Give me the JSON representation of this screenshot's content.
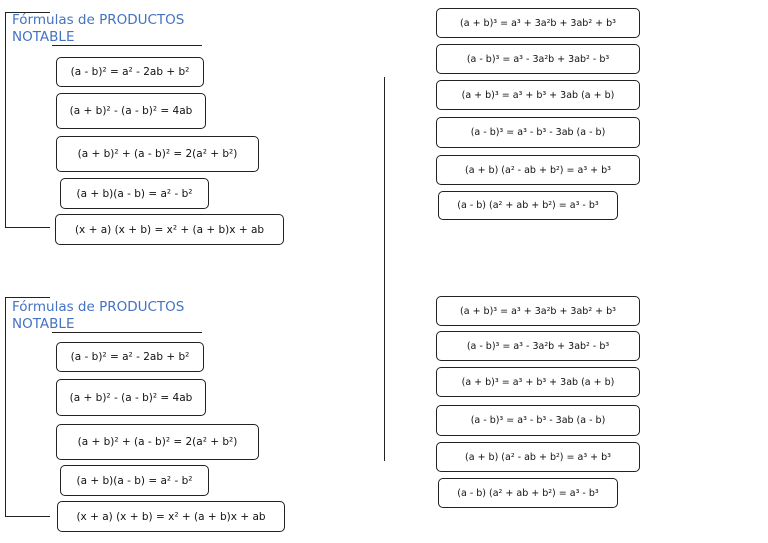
{
  "sheet_top": {
    "title_line1": "Fórmulas de PRODUCTOS",
    "title_line2": "NOTABLE",
    "left": [
      "(a - b)² = a² - 2ab + b²",
      "(a + b)² - (a - b)² = 4ab",
      "(a + b)² + (a - b)² = 2(a² + b²)",
      "(a + b)(a - b) = a² - b²",
      "(x + a) (x + b) = x² + (a + b)x + ab"
    ],
    "right": [
      "(a + b)³ = a³ + 3a²b + 3ab² + b³",
      "(a - b)³ = a³ - 3a²b + 3ab² - b³",
      "(a + b)³ = a³ + b³ + 3ab (a + b)",
      "(a - b)³ = a³ - b³ - 3ab (a - b)",
      "(a + b) (a² - ab + b²) = a³ + b³",
      "(a - b) (a² + ab + b²) = a³ - b³"
    ]
  },
  "sheet_bottom": {
    "title_line1": "Fórmulas de PRODUCTOS",
    "title_line2": "NOTABLE",
    "left": [
      "(a - b)² = a² - 2ab + b²",
      "(a + b)² - (a - b)² = 4ab",
      "(a + b)² + (a - b)² = 2(a² + b²)",
      "(a + b)(a - b) = a² - b²",
      "(x + a) (x + b) = x² + (a + b)x + ab"
    ],
    "right": [
      "(a + b)³ = a³ + 3a²b + 3ab² + b³",
      "(a - b)³ = a³ - 3a²b + 3ab² - b³",
      "(a + b)³ = a³ + b³ + 3ab (a + b)",
      "(a - b)³ = a³ - b³ - 3ab (a - b)",
      "(a + b) (a² - ab + b²) = a³ + b³",
      "(a - b) (a² + ab + b²) = a³ - b³"
    ]
  }
}
